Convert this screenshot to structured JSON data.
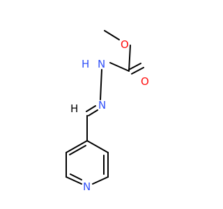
{
  "molecule": {
    "atoms": [
      {
        "id": "O1",
        "symbol": "O",
        "color": "#ff0d0d"
      },
      {
        "id": "O2",
        "symbol": "O",
        "color": "#ff0d0d"
      },
      {
        "id": "N1",
        "symbol": "N",
        "color": "#3050f8"
      },
      {
        "id": "H1",
        "symbol": "H",
        "color": "#3050f8"
      },
      {
        "id": "N2",
        "symbol": "N",
        "color": "#3050f8"
      },
      {
        "id": "H2",
        "symbol": "H",
        "color": "#000000"
      },
      {
        "id": "N3",
        "symbol": "N",
        "color": "#3050f8"
      }
    ],
    "colors": {
      "bond": "#000000",
      "oxygen": "#ff0d0d",
      "nitrogen": "#3050f8",
      "background": "#ffffff"
    }
  }
}
